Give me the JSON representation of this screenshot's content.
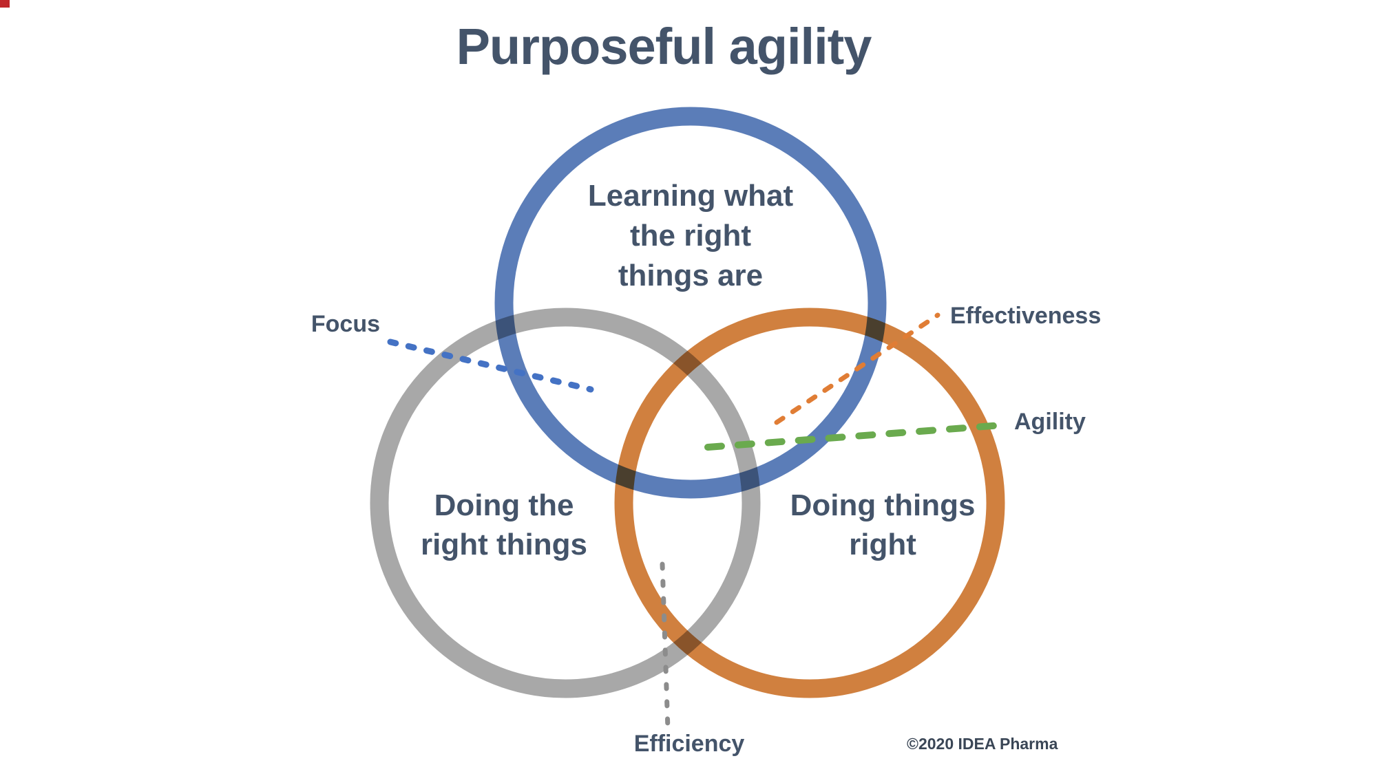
{
  "title": "Purposeful agility",
  "copyright": "©2020 IDEA Pharma",
  "colors": {
    "text": "#44546A",
    "blue_circle": "#5B7DB8",
    "gray_circle": "#A8A8A8",
    "orange_circle": "#D0803F",
    "focus_line": "#4472C4",
    "effectiveness_line": "#E07D35",
    "agility_line": "#6AAA4E",
    "efficiency_line": "#8C8C8C"
  },
  "circles": [
    {
      "id": "learning",
      "label": "Learning what\nthe right\nthings are",
      "color": "#5B7DB8"
    },
    {
      "id": "doing-the-right-things",
      "label": "Doing the\nright things",
      "color": "#A8A8A8"
    },
    {
      "id": "doing-things-right",
      "label": "Doing things\nright",
      "color": "#D0803F"
    }
  ],
  "callouts": [
    {
      "id": "focus",
      "label": "Focus",
      "color": "#4472C4"
    },
    {
      "id": "effectiveness",
      "label": "Effectiveness",
      "color": "#E07D35"
    },
    {
      "id": "agility",
      "label": "Agility",
      "color": "#6AAA4E"
    },
    {
      "id": "efficiency",
      "label": "Efficiency",
      "color": "#8C8C8C"
    }
  ]
}
